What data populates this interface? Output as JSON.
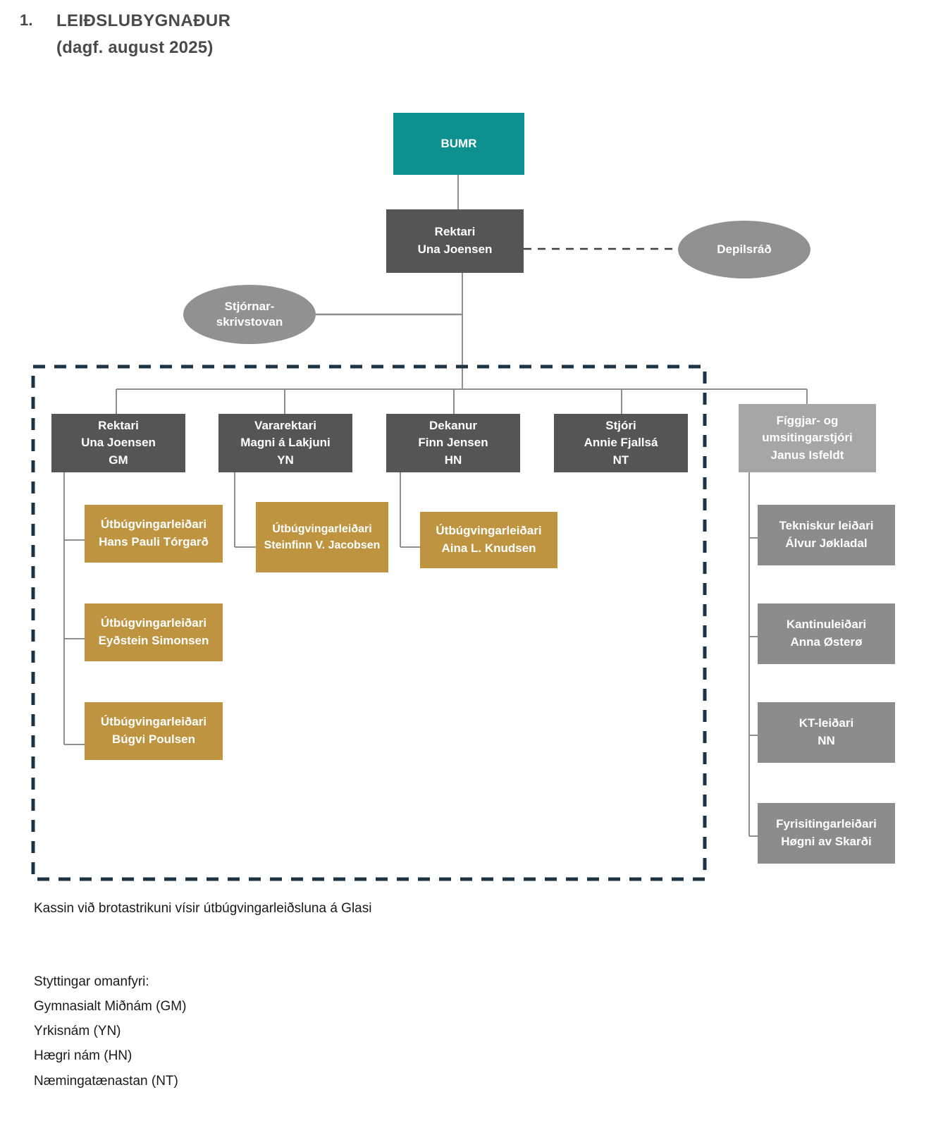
{
  "header": {
    "number": "1.",
    "title": "LEIÐSLUBYGNAÐUR",
    "subtitle": "(dagf. august 2025)"
  },
  "chart_data": {
    "type": "diagram",
    "diagram_kind": "organizational-chart",
    "title": "LEIÐSLUBYGNAÐUR (dagf. august 2025)",
    "colors": {
      "top_board": "#0d9090",
      "leadership": "#555555",
      "education_leader": "#bf9440",
      "admin_head": "#a6a6a6",
      "admin_staff": "#8c8c8c",
      "advisory_ellipse": "#919191",
      "dashed_boundary": "#1c3344",
      "connector": "#8e8e8e"
    },
    "nodes": {
      "bumr": {
        "line1": "BUMR"
      },
      "rektari_top": {
        "line1": "Rektari",
        "line2": "Una Joensen"
      },
      "depilsrad": {
        "line1": "Depilsráð"
      },
      "stjornarskrivstovan": {
        "line1": "Stjórnar-",
        "line2": "skrivstovan"
      },
      "row": [
        {
          "line1": "Rektari",
          "line2": "Una Joensen",
          "line3": "GM"
        },
        {
          "line1": "Vararektari",
          "line2": "Magni á Lakjuni",
          "line3": "YN"
        },
        {
          "line1": "Dekanur",
          "line2": "Finn Jensen",
          "line3": "HN"
        },
        {
          "line1": "Stjóri",
          "line2": "Annie Fjallsá",
          "line3": "NT"
        },
        {
          "line1": "Fíggjar- og",
          "line2": "umsitingarstjóri",
          "line3": "Janus Isfeldt"
        }
      ],
      "gold": [
        {
          "line1": "Útbúgvingarleiðari",
          "line2": "Hans Pauli Tórgarð"
        },
        {
          "line1": "Útbúgvingarleiðari",
          "line2": "Eyðstein Simonsen"
        },
        {
          "line1": "Útbúgvingarleiðari",
          "line2": "Búgvi Poulsen"
        },
        {
          "line1": "Útbúgvingarleiðari",
          "line2": "Steinfinn V. Jacobsen"
        },
        {
          "line1": "Útbúgvingarleiðari",
          "line2": "Aina L. Knudsen"
        }
      ],
      "admin": [
        {
          "line1": "Tekniskur leiðari",
          "line2": "Álvur Jøkladal"
        },
        {
          "line1": "Kantinuleiðari",
          "line2": "Anna Østerø"
        },
        {
          "line1": "KT-leiðari",
          "line2": "NN"
        },
        {
          "line1": "Fyrisitingarleiðari",
          "line2": "Høgni av Skarði"
        }
      ]
    }
  },
  "caption": "Kassin við brotastrikuni vísir útbúgvingarleiðsluna á Glasi",
  "legend": {
    "heading": "Styttingar omanfyri:",
    "items": [
      "Gymnasialt Miðnám (GM)",
      "Yrkisnám (YN)",
      "Hægri nám (HN)",
      "Næmingatænastan (NT)"
    ]
  }
}
